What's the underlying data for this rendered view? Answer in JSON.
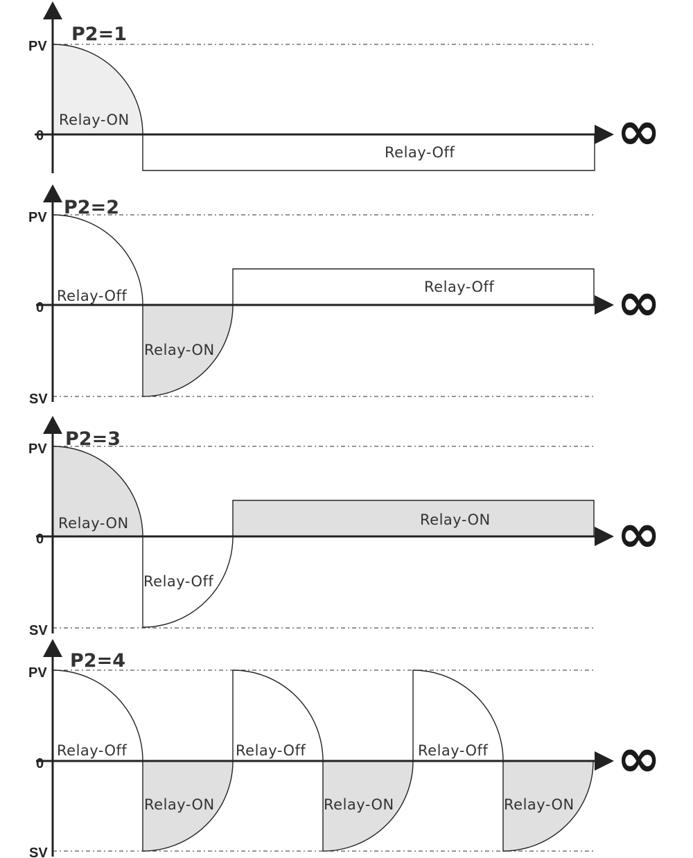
{
  "panels": [
    {
      "title": "P2=1",
      "ticks": {
        "pv": "PV",
        "zero": "0"
      },
      "infinity": "∞",
      "labels": [
        "Relay-ON",
        "Relay-Off"
      ]
    },
    {
      "title": "P2=2",
      "ticks": {
        "pv": "PV",
        "zero": "0",
        "sv": "SV"
      },
      "infinity": "∞",
      "labels": [
        "Relay-Off",
        "Relay-ON",
        "Relay-Off"
      ]
    },
    {
      "title": "P2=3",
      "ticks": {
        "pv": "PV",
        "zero": "0",
        "sv": "SV"
      },
      "infinity": "∞",
      "labels": [
        "Relay-ON",
        "Relay-Off",
        "Relay-ON"
      ]
    },
    {
      "title": "P2=4",
      "ticks": {
        "pv": "PV",
        "zero": "0",
        "sv": "SV"
      },
      "infinity": "∞",
      "labels": [
        "Relay-Off",
        "Relay-ON",
        "Relay-Off",
        "Relay-ON",
        "Relay-Off",
        "Relay-ON"
      ]
    }
  ],
  "colors": {
    "on_fill": "#e0e0e0",
    "off_fill": "#ffffff",
    "p1_on_fill": "#eeeeee",
    "line": "#222222"
  }
}
